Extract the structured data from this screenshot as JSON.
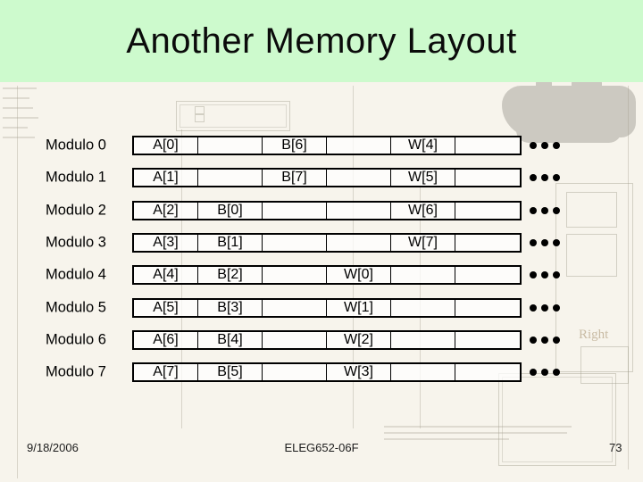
{
  "title": "Another Memory Layout",
  "colors": {
    "header_bg": "#cdfacd",
    "slide_bg": "#f7f4ec",
    "table_border": "#000000",
    "dot": "#000000"
  },
  "table": {
    "row_ellipsis": "•••",
    "rows": [
      {
        "label": "Modulo 0",
        "cells": [
          "A[0]",
          "",
          "B[6]",
          "",
          "W[4]",
          ""
        ]
      },
      {
        "label": "Modulo 1",
        "cells": [
          "A[1]",
          "",
          "B[7]",
          "",
          "W[5]",
          ""
        ]
      },
      {
        "label": "Modulo 2",
        "cells": [
          "A[2]",
          "B[0]",
          "",
          "",
          "W[6]",
          ""
        ]
      },
      {
        "label": "Modulo 3",
        "cells": [
          "A[3]",
          "B[1]",
          "",
          "",
          "W[7]",
          ""
        ]
      },
      {
        "label": "Modulo 4",
        "cells": [
          "A[4]",
          "B[2]",
          "",
          "W[0]",
          "",
          ""
        ]
      },
      {
        "label": "Modulo 5",
        "cells": [
          "A[5]",
          "B[3]",
          "",
          "W[1]",
          "",
          ""
        ]
      },
      {
        "label": "Modulo 6",
        "cells": [
          "A[6]",
          "B[4]",
          "",
          "W[2]",
          "",
          ""
        ]
      },
      {
        "label": "Modulo 7",
        "cells": [
          "A[7]",
          "B[5]",
          "",
          "W[3]",
          "",
          ""
        ]
      }
    ]
  },
  "watermark": {
    "right_text": "Right"
  },
  "footer": {
    "date": "9/18/2006",
    "course": "ELEG652-06F",
    "page": "73"
  }
}
